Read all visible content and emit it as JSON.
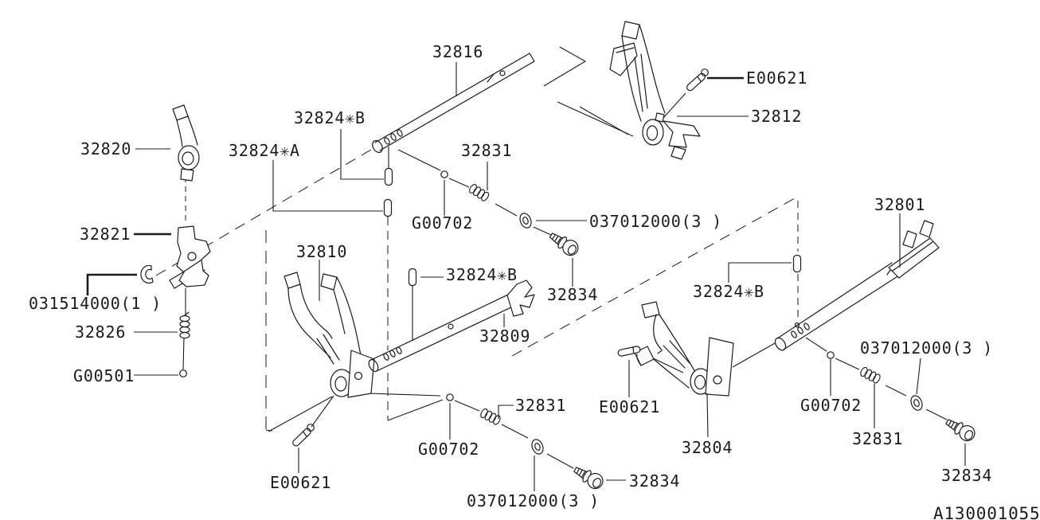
{
  "diagram": {
    "code": "A130001055",
    "callouts": {
      "c32816": "32816",
      "c32812": "32812",
      "e00621": "E00621",
      "c32820": "32820",
      "pin_b": "32824✳B",
      "pin_a": "32824✳A",
      "c32831": "32831",
      "g00702": "G00702",
      "washer": "037012000(3 )",
      "c32834": "32834",
      "c32801": "32801",
      "c32821": "32821",
      "c32810": "32810",
      "snap_ring": "031514000(1 )",
      "c32826": "32826",
      "c32809": "32809",
      "g00501": "G00501",
      "c32804": "32804"
    }
  }
}
